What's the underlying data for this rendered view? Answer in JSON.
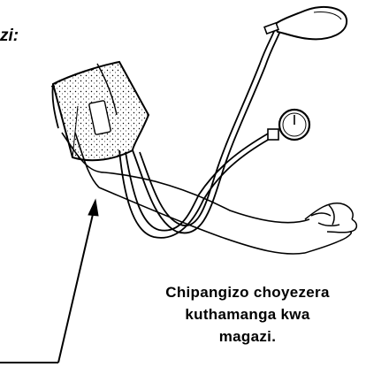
{
  "cut_label": "zi:",
  "caption": {
    "line1": "Chipangizo choyezera",
    "line2": "kuthamanga kwa",
    "line3": "magazi."
  }
}
